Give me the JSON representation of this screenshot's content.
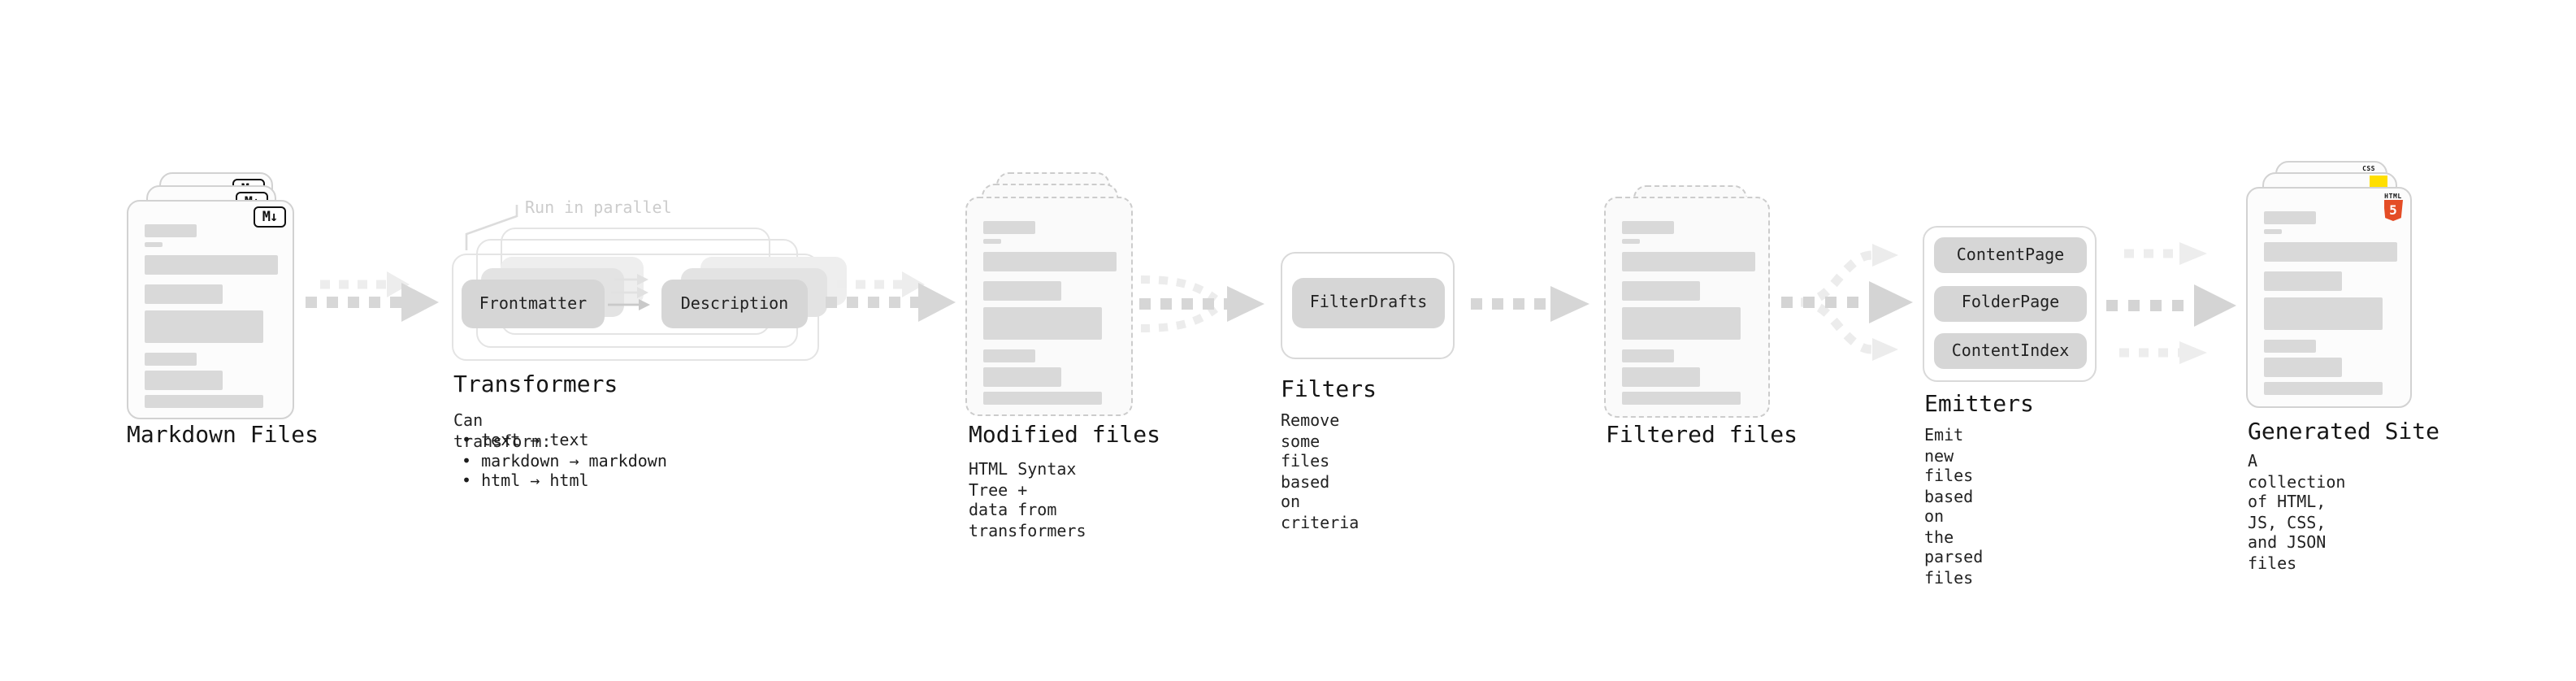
{
  "diagram": {
    "markdown_files": {
      "title": "Markdown Files",
      "file_badge": "M↓"
    },
    "transformers": {
      "title": "Transformers",
      "parallel_note": "Run in parallel",
      "input_pill": "Frontmatter",
      "output_pill": "Description",
      "note_heading": "Can transform:",
      "bullets": [
        "• text → text",
        "• markdown → markdown",
        "• html → html"
      ]
    },
    "modified_files": {
      "title": "Modified files",
      "note": "HTML Syntax Tree +\ndata from transformers"
    },
    "filters": {
      "title": "Filters",
      "pill": "FilterDrafts",
      "note": "Remove some files based\non criteria"
    },
    "filtered_files": {
      "title": "Filtered files"
    },
    "emitters": {
      "title": "Emitters",
      "pills": [
        "ContentPage",
        "FolderPage",
        "ContentIndex"
      ],
      "note": "Emit new files based on\nthe parsed files"
    },
    "generated_site": {
      "title": "Generated Site",
      "note": "A collection of HTML,\nJS, CSS, and JSON files",
      "css_badge": "CSS",
      "html_badge_label": "HTML",
      "html_badge_number": "5"
    }
  },
  "colors": {
    "html5_orange": "#e44d26",
    "js_yellow": "#ffdf00",
    "css_blue": "#2962ff"
  }
}
